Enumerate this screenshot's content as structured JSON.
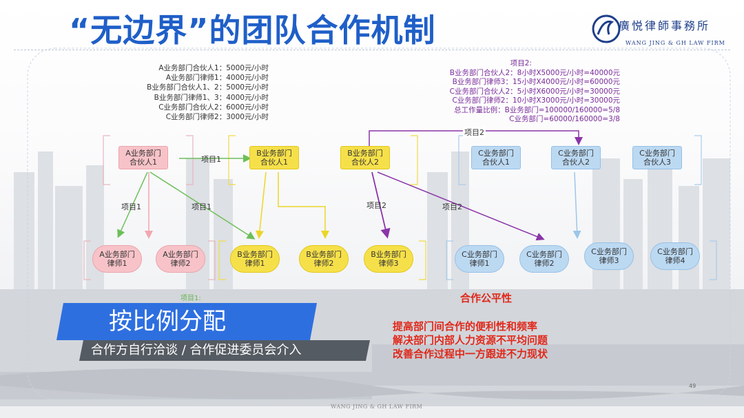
{
  "title": "“无边界”的团队合作机制",
  "logo": {
    "cn": "廣悦律師事務所",
    "en": "WANG JING & GH LAW FIRM"
  },
  "rates_left": [
    "A业务部门合伙人1：5000元/小时",
    "A业务部门律师1：4000元/小时",
    "B业务部门合伙人1、2：5000元/小时",
    "B业务部门律师1、3：4000元/小时",
    "C业务部门合伙人2：6000元/小时",
    "C业务部门律师2：3000元/小时"
  ],
  "rates_right": [
    "项目2:",
    "B业务部门合伙人2：8小时X5000元/小时=40000元",
    "B业务部门律师3：15小时X4000元/小时=60000元",
    "C业务部门合伙人2：5小时X6000元/小时=30000元",
    "C业务部门律师2：10小时X3000元/小时=30000元",
    "总工作量比例：B业务部门=100000/160000=5/8",
    "C业务部门=60000/160000=3/8"
  ],
  "partners": {
    "a1": [
      "A业务部门",
      "合伙人1"
    ],
    "b1": [
      "B业务部门",
      "合伙人1"
    ],
    "b2": [
      "B业务部门",
      "合伙人2"
    ],
    "c1": [
      "C业务部门",
      "合伙人1"
    ],
    "c2": [
      "C业务部门",
      "合伙人2"
    ],
    "c3": [
      "C业务部门",
      "合伙人3"
    ]
  },
  "lawyers": {
    "a1": [
      "A业务部门",
      "律师1"
    ],
    "a2": [
      "A业务部门",
      "律师2"
    ],
    "b1": [
      "B业务部门",
      "律师1"
    ],
    "b2": [
      "B业务部门",
      "律师2"
    ],
    "b3": [
      "B业务部门",
      "律师3"
    ],
    "c1": [
      "C业务部门",
      "律师1"
    ],
    "c2": [
      "C业务部门",
      "律师2"
    ],
    "c3": [
      "C业务部门",
      "律师3"
    ],
    "c4": [
      "C业务部门",
      "律师4"
    ]
  },
  "edge_labels": {
    "p1_top": "项目1",
    "p1_left": "项目1",
    "p1_mid": "项目1",
    "p2_b": "项目2",
    "p2_c": "项目2",
    "p2_top": "项目2",
    "p1_faded": "项目1:"
  },
  "fairness": "合作公平性",
  "benefits": [
    "提高部门间合作的便利性和频率",
    "解决部门内部人力资源不平均问题",
    "改善合作过程中一方跟进不力现状"
  ],
  "banner": "按比例分配",
  "subtitle": "合作方自行洽谈  /  合作促进委员会介入",
  "page_number": "49",
  "footer": "WANG JING & GH LAW FIRM",
  "colors": {
    "title": "#1f5fc8",
    "green": "#6cbf5a",
    "purple": "#8a35a8",
    "red": "#e0291b",
    "banner": "#2e6fe0"
  }
}
